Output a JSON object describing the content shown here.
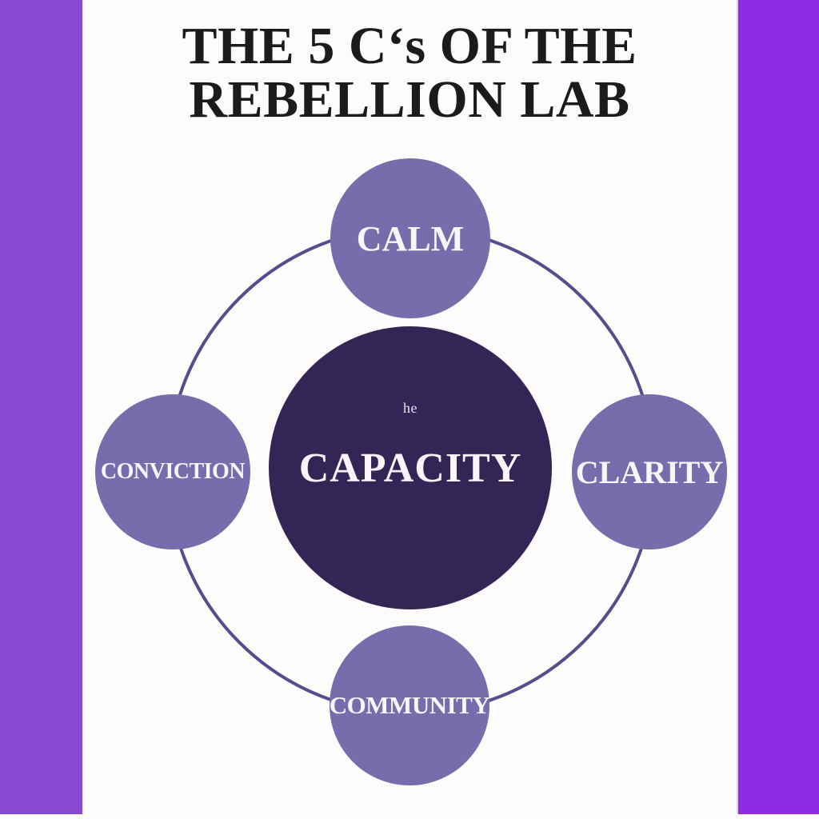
{
  "title": {
    "line1": "THE 5 C‘s OF THE",
    "line2": "REBELLION LAB"
  },
  "diagram": {
    "center": {
      "overline": "he",
      "label": "CAPACITY"
    },
    "nodes": [
      {
        "position": "top",
        "label": "CALM"
      },
      {
        "position": "right",
        "label": "CLARITY"
      },
      {
        "position": "bottom",
        "label": "COMMUNITY"
      },
      {
        "position": "left",
        "label": "CONVICTION"
      }
    ]
  },
  "colors": {
    "left_bar": "#8a49d0",
    "right_bar": "#8d2be3",
    "outer_circle": "#756dac",
    "center_circle": "#332656",
    "ring_stroke": "#564d8f",
    "title_text": "#1d1a1d",
    "circle_text": "#f8f6fa",
    "background": "#fdfcfa"
  }
}
